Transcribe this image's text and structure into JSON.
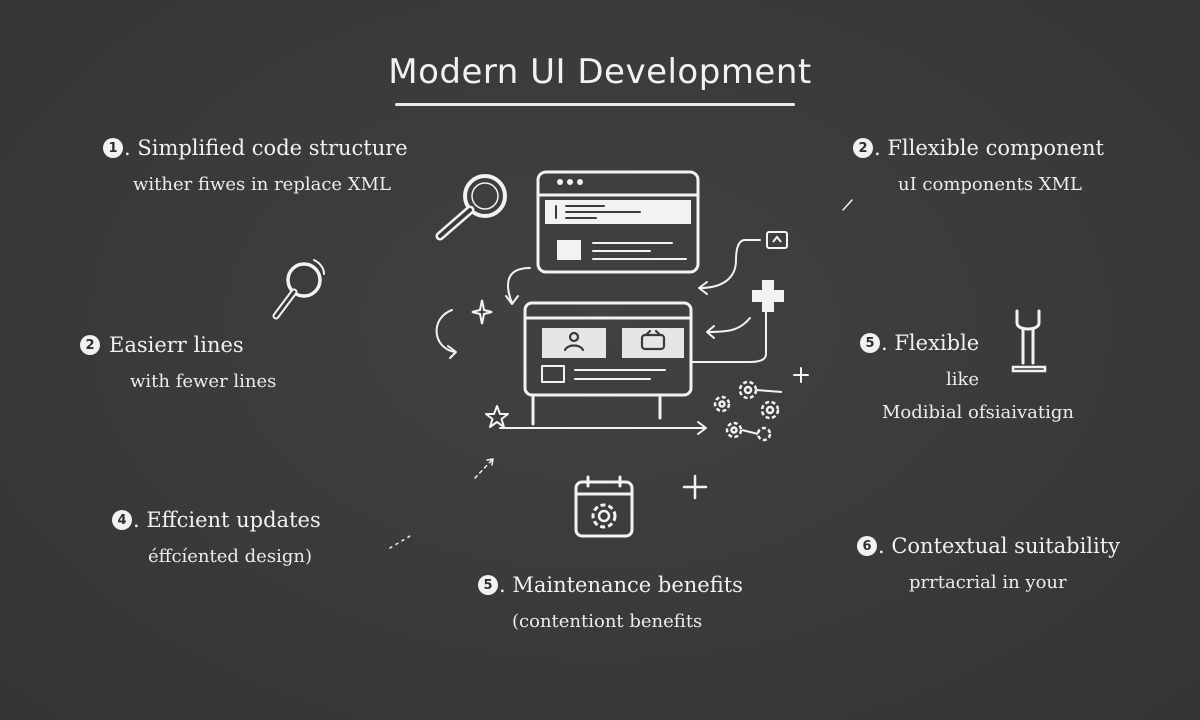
{
  "title": "Modern UI Development",
  "notes": [
    {
      "num": "1",
      "head": ". Simplified code structure",
      "sub": "wither fiwes in replace XML"
    },
    {
      "num": "2",
      "head": ". Fllexible component",
      "sub": "uI components XML"
    },
    {
      "num": "2",
      "head": "Easierr lines",
      "sub": "with fewer lines"
    },
    {
      "num": "5",
      "head": ". Flexible",
      "sub": "like",
      "sub2": "Modibial ofsiaivatign"
    },
    {
      "num": "4",
      "head": ". Effcient updates",
      "sub": "éffcíented design)"
    },
    {
      "num": "6",
      "head": ". Contextual suitability",
      "sub": "prrtacrial in your"
    },
    {
      "num": "5",
      "head": ". Maintenance benefits",
      "sub": "(contentiont benefits"
    }
  ],
  "icons": {
    "magnifier_large": "magnifying-glass-icon",
    "magnifier_small": "magnifying-glass-icon",
    "wrench": "wrench-icon",
    "calendar_gear": "calendar-gear-icon",
    "gears": "gears-icon",
    "plus": "plus-icon",
    "star": "star-icon",
    "sparkle": "sparkle-icon"
  }
}
